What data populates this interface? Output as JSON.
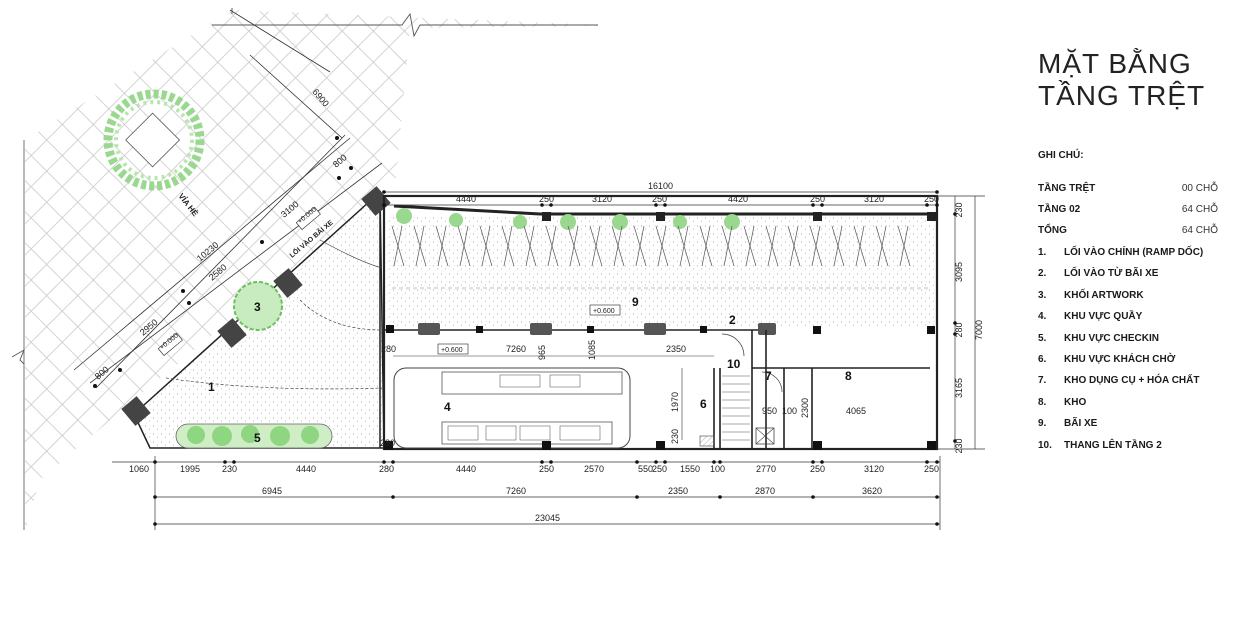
{
  "legend": {
    "title_line1": "MẶT BẰNG",
    "title_line2": "TẦNG TRỆT",
    "notes_header": "GHI CHÚ:",
    "counts": [
      {
        "label": "TẦNG TRỆT",
        "value": "00 CHỖ"
      },
      {
        "label": "TẦNG 02",
        "value": "64 CHỖ"
      },
      {
        "label": "TỔNG",
        "value": "64 CHỖ"
      }
    ],
    "items": [
      {
        "num": "1.",
        "text": "LỐI VÀO CHÍNH (RAMP DỐC)"
      },
      {
        "num": "2.",
        "text": "LỐI VÀO TỪ BÃI XE"
      },
      {
        "num": "3.",
        "text": "KHỐI ARTWORK"
      },
      {
        "num": "4.",
        "text": "KHU VỰC QUẦY"
      },
      {
        "num": "5.",
        "text": "KHU VỰC CHECKIN"
      },
      {
        "num": "6.",
        "text": "KHU VỰC KHÁCH CHỜ"
      },
      {
        "num": "7.",
        "text": "KHO DỤNG CỤ + HÓA CHẤT"
      },
      {
        "num": "8.",
        "text": "KHO"
      },
      {
        "num": "9.",
        "text": "BÃI XE"
      },
      {
        "num": "10.",
        "text": "THANG LÊN TẦNG 2"
      }
    ]
  },
  "plan": {
    "sidewalk_label": "VỈA HÈ",
    "rear_entry_label": "LỐI VÀO BÃI XE",
    "level_tags": [
      "+0.000",
      "+0.000",
      "+0.600",
      "+0.600"
    ],
    "room_numbers": [
      "1",
      "2",
      "3",
      "4",
      "5",
      "6",
      "7",
      "8",
      "9",
      "10"
    ],
    "dims_top": [
      "4440",
      "250",
      "3120",
      "250",
      "4420",
      "250",
      "3120",
      "250"
    ],
    "dim_top_total": "16100",
    "dims_right": [
      "230",
      "3095",
      "280",
      "3165",
      "230"
    ],
    "dim_right_total": "7000",
    "dims_bottom1": [
      "1060",
      "1995",
      "230",
      "4440",
      "280",
      "4440",
      "250",
      "2570",
      "550",
      "250",
      "1550",
      "100",
      "2770",
      "250",
      "3120",
      "250"
    ],
    "dims_bottom2": [
      "6945",
      "7260",
      "2350",
      "2870",
      "3620"
    ],
    "dim_bottom_total": "23045",
    "dims_diag_outer": [
      "6900",
      "10230"
    ],
    "dims_diag_inner": [
      "800",
      "3100",
      "2580",
      "2950",
      "800"
    ],
    "dims_inner": [
      "280",
      "7260",
      "965",
      "1085",
      "2350",
      "1970",
      "950",
      "100",
      "2300",
      "4065",
      "280",
      "230"
    ]
  }
}
